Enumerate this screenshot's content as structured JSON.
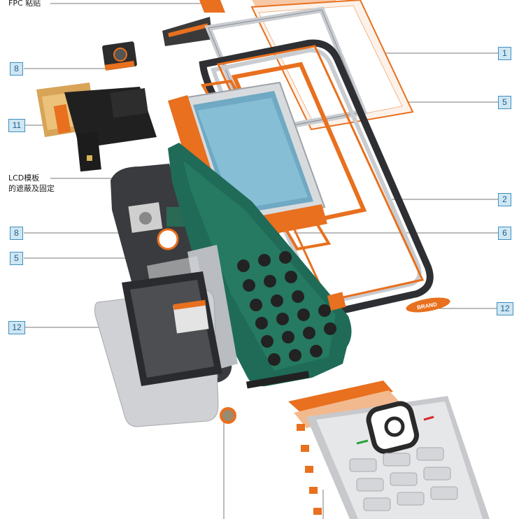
{
  "labels": {
    "fpc": "FPC 粘贴",
    "lcd_line1": "LCD模板",
    "lcd_line2": "的遮蔽及固定"
  },
  "callouts": {
    "c1": "1",
    "c2": "2",
    "c5a": "5",
    "c6": "6",
    "c12r": "12",
    "c8a": "8",
    "c11": "11",
    "c8b": "8",
    "c5b": "5",
    "c12l": "12"
  },
  "brand_tag": "BRAND",
  "colors": {
    "accent_orange": "#e8701e",
    "callout_fill": "#cfe6f3",
    "callout_border": "#3f8fc1",
    "pcb_green": "#1f6b57",
    "frame_silver": "#c9ccd0"
  }
}
